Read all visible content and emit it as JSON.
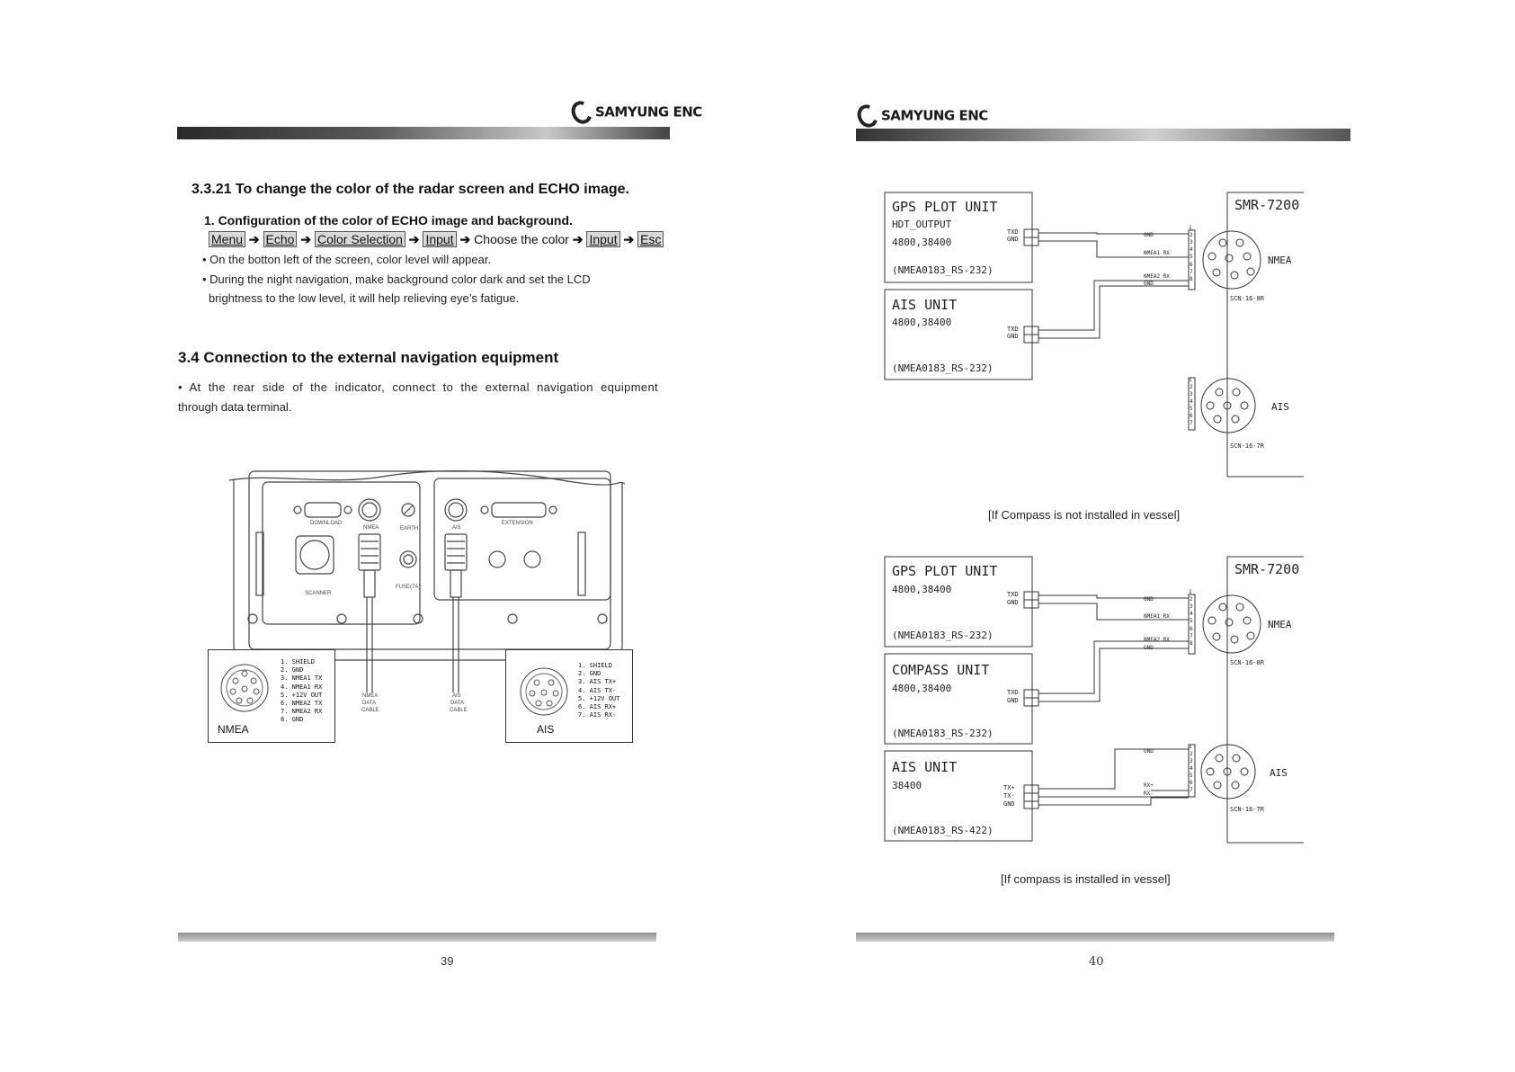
{
  "left_page": {
    "brand": "SAMYUNG ENC",
    "section_title": "3.3.21 To change the color of the radar screen and ECHO image.",
    "sub_title": "1. Configuration of the color of ECHO image and background.",
    "menu_path": [
      {
        "label": "Menu",
        "boxed": true
      },
      {
        "label": "Echo",
        "boxed": true
      },
      {
        "label": "Color Selection",
        "boxed": true
      },
      {
        "label": "Input",
        "boxed": true
      },
      {
        "label": "Choose the color",
        "boxed": false
      },
      {
        "label": "Input",
        "boxed": true
      },
      {
        "label": "Esc",
        "boxed": true
      }
    ],
    "arrow": "➔",
    "bullet1": "• On the botton left of the screen, color level will appear.",
    "bullet2_line1": "• During the night navigation, make background color dark and set the LCD",
    "bullet2_line2": "brightness to the low level, it will help relieving eye’s fatigue.",
    "section2_title": "3.4 Connection to the external navigation equipment",
    "para_line1": "• At the rear side of the indicator, connect to the external navigation equipment",
    "para_line2": "through data terminal.",
    "panel": {
      "download": "DOWNLOAD",
      "nmea": "NMEA",
      "earth": "EARTH",
      "ais": "AIS",
      "extension": "EXTENSION",
      "scanner": "SCANNER",
      "fuse": "FUSE(7A)",
      "nmea_cable": [
        "NMEA",
        "DATA",
        "CABLE"
      ],
      "ais_cable": [
        "AIS",
        "DATA",
        "CABLE"
      ]
    },
    "nmea_pinout": {
      "label": "NMEA",
      "pins": [
        "1. SHIELD",
        "2. GND",
        "3. NMEA1 TX",
        "4. NMEA1 RX",
        "5. +12V OUT",
        "6. NMEA2 TX",
        "7. NMEA2 RX",
        "8. GND"
      ]
    },
    "ais_pinout": {
      "label": "AIS",
      "pins": [
        "1. SHIELD",
        "2. GND",
        "3. AIS TX+",
        "4. AIS TX-",
        "5. +12V OUT",
        "6. AIS RX+",
        "7. AIS RX-"
      ]
    },
    "page_number": "39"
  },
  "right_page": {
    "brand": "SAMYUNG ENC",
    "diagram1": {
      "gps": {
        "title": "GPS PLOT UNIT",
        "line1": "HDT_OUTPUT",
        "line2": "4800,38400",
        "line3": "(NMEA0183_RS-232)",
        "pins": [
          "TXD",
          "GND"
        ]
      },
      "ais": {
        "title": "AIS UNIT",
        "line1": "4800,38400",
        "line2": "(NMEA0183_RS-232)",
        "pins": [
          "TXD",
          "GND"
        ]
      },
      "smr": "SMR-7200",
      "nmea_label": "NMEA",
      "ais_label": "AIS",
      "conn_nmea": "SCN-16-8R",
      "conn_ais": "SCN-16-7R",
      "wire_labels": [
        "GND",
        "NMEA1 RX",
        "NMEA2 RX",
        "GND"
      ],
      "caption": "[If Compass is not installed in vessel]"
    },
    "diagram2": {
      "gps": {
        "title": "GPS PLOT UNIT",
        "line1": "4800,38400",
        "line2": "(NMEA0183_RS-232)",
        "pins": [
          "TXD",
          "GND"
        ]
      },
      "compass": {
        "title": "COMPASS UNIT",
        "line1": "4800,38400",
        "line2": "(NMEA0183_RS-232)",
        "pins": [
          "TXD",
          "GND"
        ]
      },
      "ais": {
        "title": "AIS UNIT",
        "line1": "38400",
        "line2": "(NMEA0183_RS-422)",
        "pins": [
          "TX+",
          "TX-",
          "GND"
        ]
      },
      "smr": "SMR-7200",
      "nmea_label": "NMEA",
      "ais_label": "AIS",
      "conn_nmea": "SCN-16-8R",
      "conn_ais": "SCN-16-7R",
      "wire_labels_nmea": [
        "GND",
        "NMEA1 RX",
        "NMEA2 RX",
        "GND"
      ],
      "wire_labels_ais": [
        "GND",
        "RX+",
        "RX-"
      ],
      "caption": "[If compass is installed in vessel]"
    },
    "pin_numbers_8": [
      "1",
      "2",
      "3",
      "4",
      "5",
      "6",
      "7",
      "8"
    ],
    "pin_numbers_7": [
      "1",
      "2",
      "3",
      "4",
      "5",
      "6",
      "7"
    ],
    "page_number": "40"
  }
}
